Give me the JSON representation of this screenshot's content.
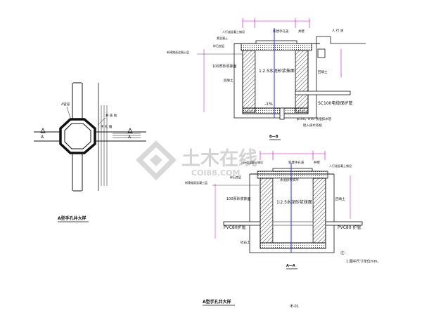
{
  "plan": {
    "caption": "A型手孔井大样",
    "north_marker": "A",
    "label_left": "A管道",
    "label_right": "井 盖 板",
    "label_bottom": "手 孔 箱"
  },
  "section_upper": {
    "label_top_center": "新建手孔盖",
    "label_top_right": "井壁",
    "label_top_left": "人行道混凝土铺设",
    "label_left_1": "素混凝土",
    "label_left_2": "碎石垫层",
    "label_left_3": "新建路面混凝土层",
    "label_left_4": "100厚砂浆抹面",
    "label_center_1": "1∶2.5水泥砂浆抹面",
    "label_center_2": "回填土",
    "label_right_1": "人 行 道",
    "label_right_2": "回填土",
    "label_right_3": "SC100电缆保护管",
    "label_bottom_1": "φ100，H50 预埋排水管",
    "label_bottom_2": "接入排水系统",
    "label_pipe": "-1%",
    "section_mark": "B—B"
  },
  "section_lower": {
    "label_top_left": "人行道混凝土铺设",
    "label_top_center": "新建手孔盖",
    "label_top_right": "井壁",
    "label_top_far_right": "人行道混凝土铺设",
    "label_left_1": "新建路面混凝土层",
    "label_left_2": "碎石垫层",
    "label_left_3": "100厚砂浆抹面",
    "label_left_4": "PVC80护管",
    "label_left_5": "砾石土",
    "label_center_1": "水泥砂浆抹平",
    "label_center_2": "1∶2.5水泥砂浆抹面",
    "label_right_1": "回填土",
    "label_right_2": "PVC80 护管",
    "section_mark": "A—A"
  },
  "notes": {
    "title": "注：",
    "line_1": "1.图中尺寸单位mm。"
  },
  "caption_bottom": "A型手孔井大样",
  "drawing_no": "IE-01",
  "watermark": {
    "text_cn": "土木在线",
    "text_en": "COI88.COM"
  },
  "colors": {
    "ink": "#111111",
    "dim": "#c800c8",
    "blue": "#2a2aff",
    "yellow": "#b8a800",
    "watermark": "#d4d4d4"
  }
}
